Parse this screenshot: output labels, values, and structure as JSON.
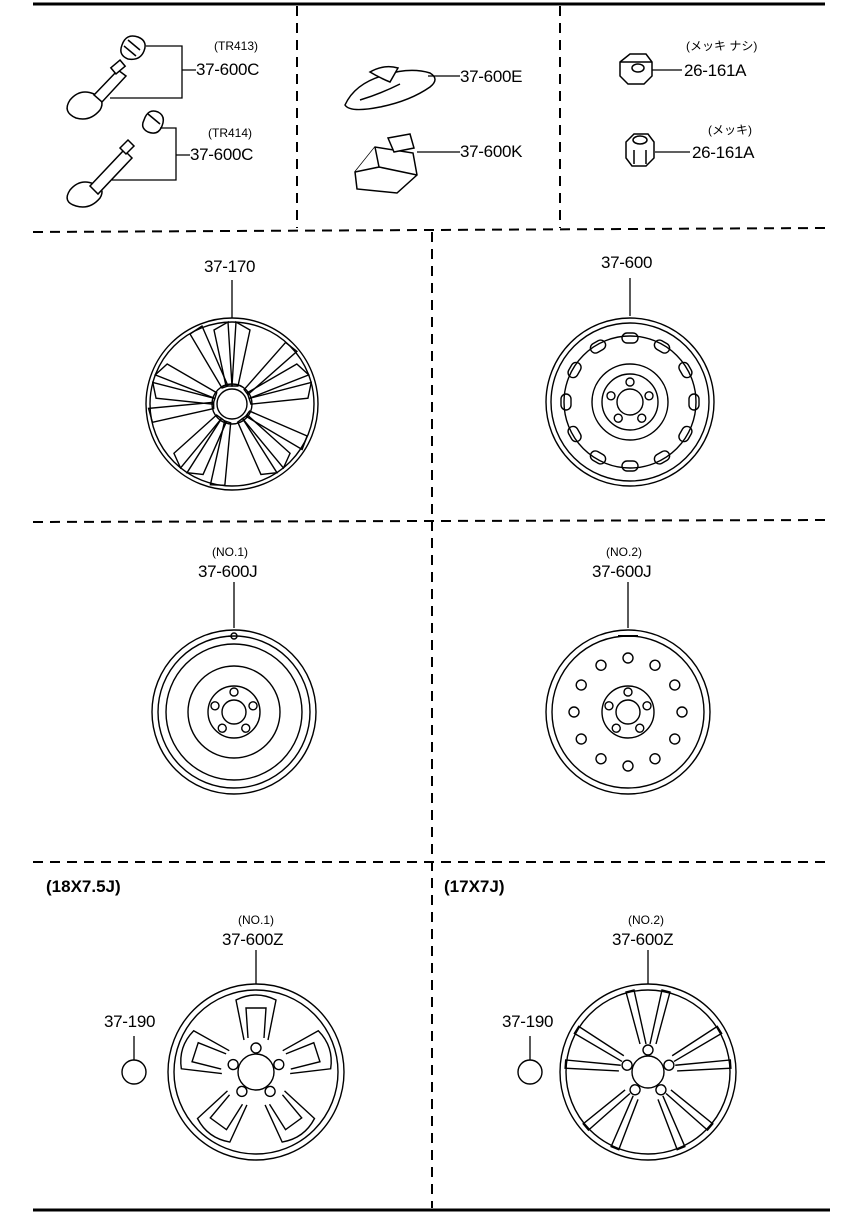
{
  "valves": {
    "tr413": {
      "sub": "(TR413)",
      "part": "37-600C"
    },
    "tr414": {
      "sub": "(TR414)",
      "part": "37-600C"
    }
  },
  "weights": {
    "clip": {
      "part": "37-600E"
    },
    "adhesive": {
      "part": "37-600K"
    }
  },
  "nuts": {
    "plain": {
      "sub": "(メッキ ナシ)",
      "part": "26-161A"
    },
    "plated": {
      "sub": "(メッキ)",
      "part": "26-161A"
    }
  },
  "wheels": {
    "cover": {
      "part": "37-170"
    },
    "steel": {
      "part": "37-600"
    },
    "spare1": {
      "sub": "(NO.1)",
      "part": "37-600J"
    },
    "spare2": {
      "sub": "(NO.2)",
      "part": "37-600J"
    },
    "alloy18": {
      "size": "(18X7.5J)",
      "sub": "(NO.1)",
      "part": "37-600Z",
      "cap": "37-190"
    },
    "alloy17": {
      "size": "(17X7J)",
      "sub": "(NO.2)",
      "part": "37-600Z",
      "cap": "37-190"
    }
  },
  "colors": {
    "ink": "#000000",
    "paper": "#ffffff"
  }
}
